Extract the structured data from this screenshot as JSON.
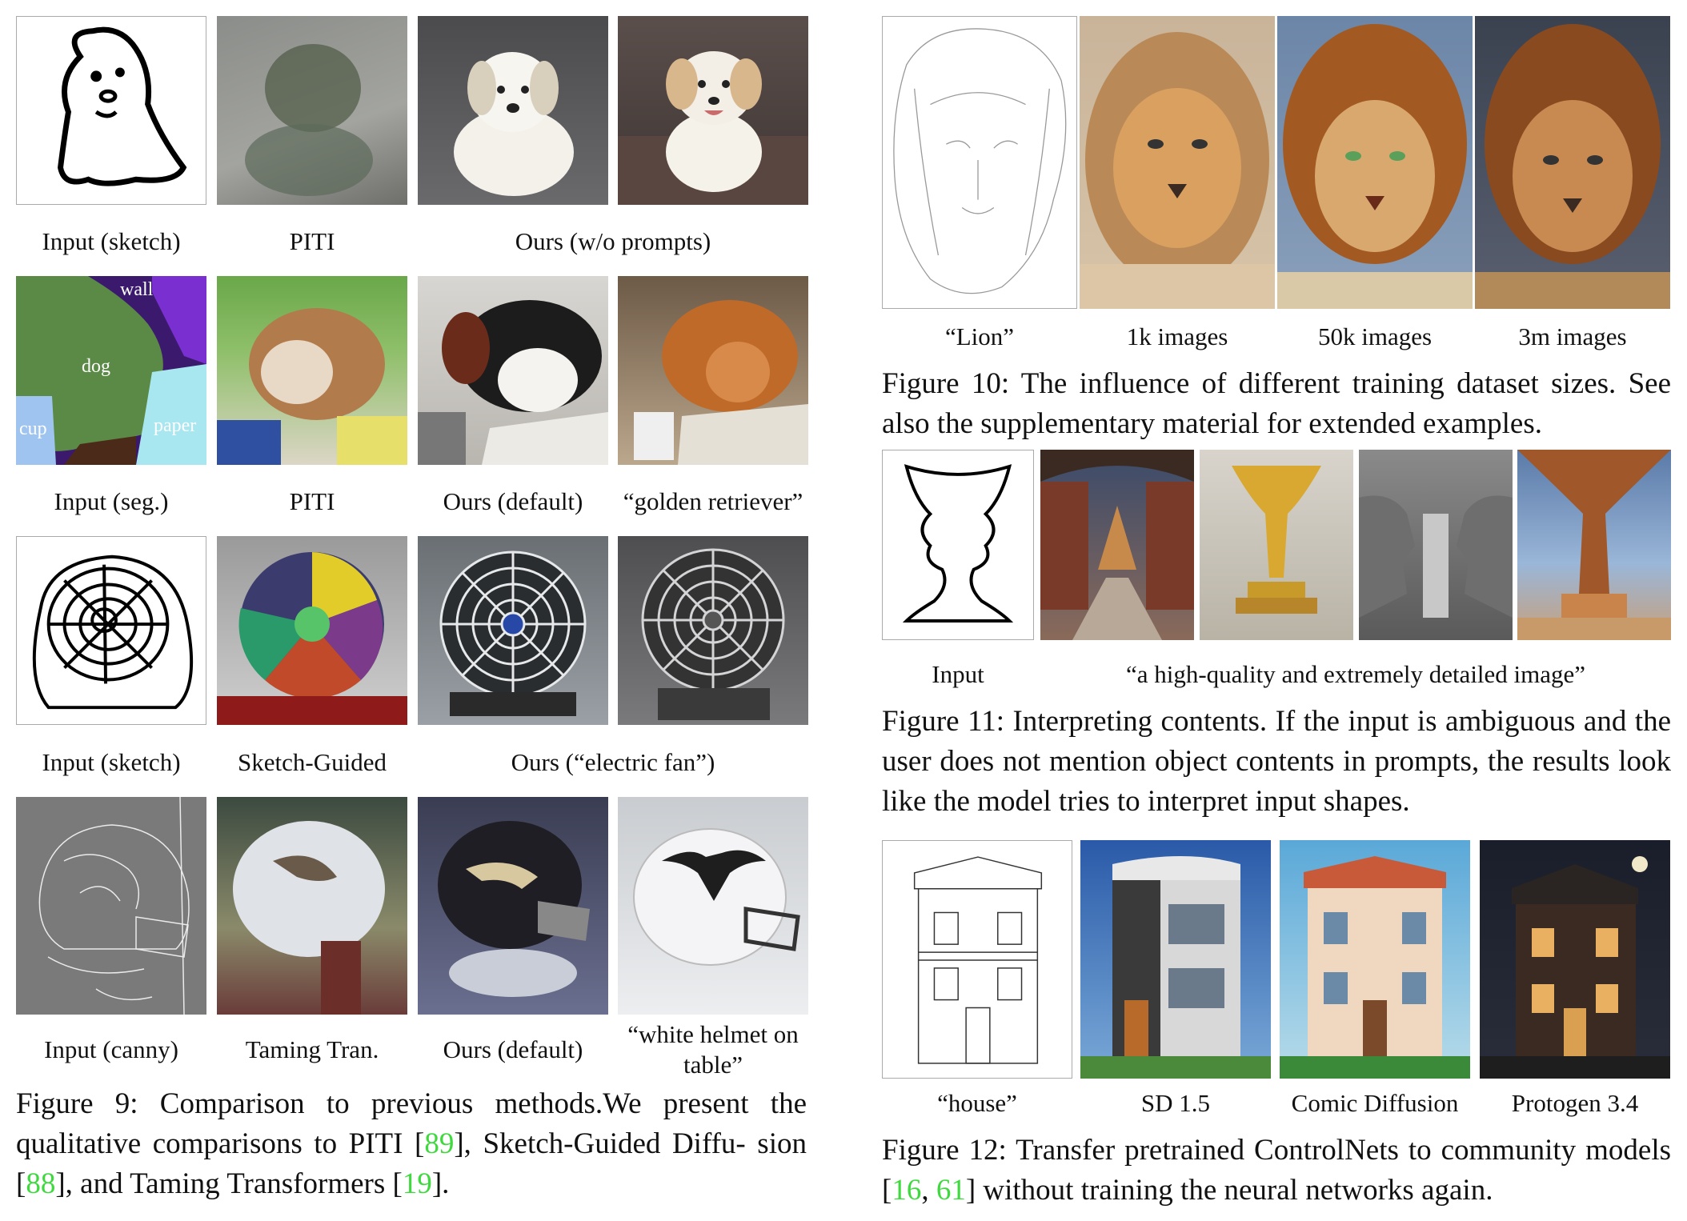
{
  "fig9": {
    "rows": [
      {
        "labels": [
          "Input (sketch)",
          "PITI",
          "Ours (w/o prompts)"
        ],
        "images": [
          "dog-sketch",
          "piti-dog-blur",
          "puppy-white-sitting",
          "puppy-white-smiling"
        ]
      },
      {
        "seg_labels": [
          "wall",
          "dog",
          "cup",
          "paper"
        ],
        "labels": [
          "Input (seg.)",
          "PITI",
          "Ours (default)",
          "“golden retriever”"
        ],
        "images": [
          "segmentation-map",
          "bulldog-on-cushion",
          "dog-black-white-newspaper",
          "golden-retriever-newspaper"
        ]
      },
      {
        "labels": [
          "Input (sketch)",
          "Sketch-Guided",
          "Ours (“electric fan”)"
        ],
        "images": [
          "fan-sketch",
          "colorful-fan",
          "electric-fan-metal",
          "electric-fan-grey"
        ]
      },
      {
        "labels": [
          "Input (canny)",
          "Taming Tran.",
          "Ours (default)",
          "“white helmet on table”"
        ],
        "images": [
          "helmet-canny-edges",
          "glass-helmet",
          "dark-helmet",
          "white-helmet-longhorn"
        ]
      }
    ],
    "caption": {
      "prefix": "Figure 9: Comparison to previous methods.We present the qualitative comparisons to PITI [",
      "ref1": "89",
      "mid1": "], Sketch-Guided Diffu- sion [",
      "ref2": "88",
      "mid2": "], and Taming Transformers [",
      "ref3": "19",
      "suffix": "]."
    }
  },
  "fig10": {
    "labels": [
      "“Lion”",
      "1k images",
      "50k images",
      "3m images"
    ],
    "images": [
      "lion-edge-map",
      "lion-1k",
      "lion-50k",
      "lion-3m"
    ],
    "caption": "Figure 10: The influence of different training dataset sizes. See also the supplementary material for extended examples."
  },
  "fig11": {
    "labels": [
      "Input",
      "“a high-quality and extremely detailed image”"
    ],
    "images": [
      "vase-faces-outline",
      "temple-corridor",
      "golden-trophy",
      "stone-faces",
      "rock-pillar"
    ],
    "caption": "Figure 11: Interpreting contents. If the input is ambiguous and the user does not mention object contents in prompts, the results look like the model tries to interpret input shapes."
  },
  "fig12": {
    "labels": [
      "“house”",
      "SD 1.5",
      "Comic Diffusion",
      "Protogen 3.4"
    ],
    "images": [
      "house-sketch",
      "modern-house",
      "comic-house",
      "night-house"
    ],
    "caption": {
      "prefix": "Figure 12: Transfer pretrained ControlNets to community models [",
      "ref1": "16",
      "sep": ", ",
      "ref2": "61",
      "suffix": "] without training the neural networks again."
    }
  },
  "colors": {
    "seg_wall": "#7a2fd0",
    "seg_dog": "#5a8a46",
    "seg_cup": "#9ec4ef",
    "seg_paper": "#a8e6f0",
    "ref_green": "#3fd93f"
  }
}
